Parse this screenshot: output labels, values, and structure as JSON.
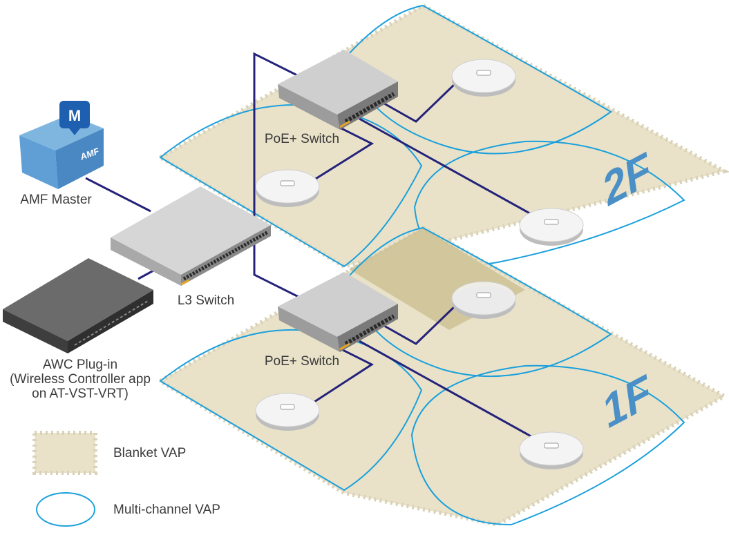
{
  "labels": {
    "amf_master": "AMF Master",
    "l3_switch": "L3 Switch",
    "poe_switch_2f": "PoE+ Switch",
    "poe_switch_1f": "PoE+ Switch",
    "awc_line1": "AWC Plug-in",
    "awc_line2": "(Wireless Controller app",
    "awc_line3": "on AT-VST-VRT)",
    "floor_2f": "2F",
    "floor_1f": "1F",
    "amf_badge": "M",
    "amf_logo": "AMF"
  },
  "legend": {
    "blanket": "Blanket VAP",
    "multichannel": "Multi-channel VAP"
  },
  "colors": {
    "floor_fill": "#e9e2c9",
    "vap_ring": "#1aa0dc",
    "cable": "#24227a",
    "floor_number": "#4a90c6"
  }
}
